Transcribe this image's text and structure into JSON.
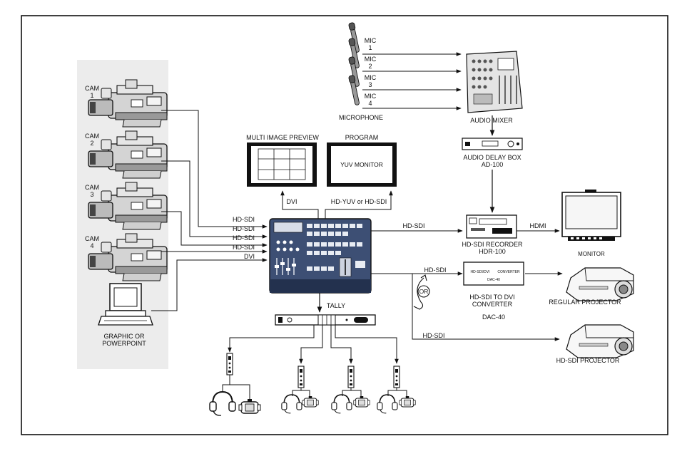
{
  "cameras": {
    "cam1": [
      "CAM",
      "1"
    ],
    "cam2": [
      "CAM",
      "2"
    ],
    "cam3": [
      "CAM",
      "3"
    ],
    "cam4": [
      "CAM",
      "4"
    ]
  },
  "graphic": {
    "line1": "GRAPHIC OR",
    "line2": "POWERPOINT"
  },
  "mics": {
    "mic1": [
      "MIC",
      "1"
    ],
    "mic2": [
      "MIC",
      "2"
    ],
    "mic3": [
      "MIC",
      "3"
    ],
    "mic4": [
      "MIC",
      "4"
    ],
    "caption": "MICROPHONE"
  },
  "audio_mixer": "AUDIO MIXER",
  "audio_delay": {
    "line1": "AUDIO DELAY BOX",
    "line2": "AD-100"
  },
  "multi_preview": "MULTI IMAGE PREVIEW",
  "program": {
    "title": "PROGRAM",
    "screen": "YUV MONITOR"
  },
  "signals": {
    "dvi_top": "DVI",
    "yuv_top": "HD-YUV or HD-SDI",
    "in1": "HD-SDI",
    "in2": "HD-SDI",
    "in3": "HD-SDI",
    "in4": "HD-SDI",
    "in_dvi": "DVI",
    "out_recorder": "HD-SDI",
    "out_converter": "HD-SDI",
    "out_projector": "HD-SDI",
    "hdmi": "HDMI",
    "or": "OR",
    "tally": "TALLY"
  },
  "recorder": {
    "line1": "HD-SDI RECORDER",
    "line2": "HDR-100"
  },
  "monitor": "MONITOR",
  "converter": {
    "line1": "HD-SDI TO DVI",
    "line2": "CONVERTER",
    "line3": "DAC-40",
    "panel_left": "HD-SDI/DVI",
    "panel_right": "CONVERTER",
    "panel_model": "DAC-40"
  },
  "regular_projector": "REGULAR PROJECTOR",
  "hdsdi_projector": "HD-SDI  PROJECTOR",
  "colors": {
    "switcher_body": "#3d4f74",
    "gray_panel": "#ececec",
    "line": "#111111"
  },
  "icons": [
    "camera-icon",
    "computer-icon",
    "microphone-icon",
    "audio-mixer-icon",
    "monitor-icon",
    "projector-icon",
    "headset-icon",
    "beltpack-icon",
    "tally-box-icon"
  ]
}
